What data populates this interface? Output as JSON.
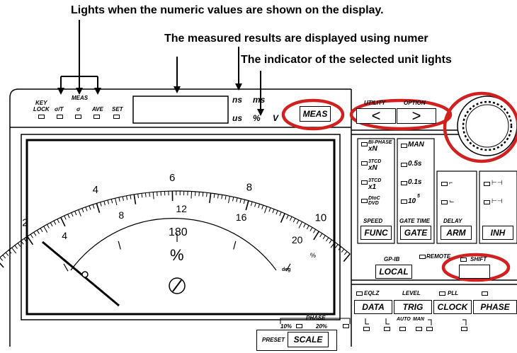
{
  "callouts": {
    "lights": "Lights when the numeric values are shown on the display.",
    "measured": "The measured results are displayed using numer",
    "indicator": "The indicator of the selected unit lights"
  },
  "top_panel": {
    "key": "KEY",
    "lock": "LOCK",
    "meas_label": "MEAS",
    "sigma_t": "σ/T",
    "sigma": "σ",
    "ave": "AVE",
    "set": "SET",
    "units": {
      "ns": "ns",
      "ms": "ms",
      "us": "us",
      "pct": "%",
      "v": "V"
    },
    "meas_button": "MEAS"
  },
  "meter": {
    "upper_ticks": [
      "2",
      "4",
      "6",
      "8",
      "10"
    ],
    "lower_ticks": [
      "4",
      "8",
      "12",
      "16",
      "20"
    ],
    "center_value": "180",
    "unit_pct": "%",
    "deg": "deg",
    "small_pct": "%"
  },
  "right_panel": {
    "utility": "UTILITY",
    "option": "OPTION",
    "left_arrow": "<",
    "right_arrow": ">",
    "col1": [
      "BI-PHASE",
      "xN",
      "3TCD",
      "xN",
      "3TCD",
      "x1",
      "DtoC",
      "DVD"
    ],
    "col2": [
      "MAN",
      "0.5s",
      "0.1s",
      "10",
      "5"
    ],
    "speed": "SPEED",
    "func": "FUNC",
    "gate_time": "GATE TIME",
    "gate": "GATE",
    "delay": "DELAY",
    "arm": "ARM",
    "inh": "INH",
    "gpib": "GP-IB",
    "remote": "REMOTE",
    "local": "LOCAL",
    "shift": "SHIFT",
    "eqlz": "EQLZ",
    "level": "LEVEL",
    "pll": "PLL",
    "data": "DATA",
    "trig": "TRIG",
    "clock": "CLOCK",
    "phase": "PHASE",
    "auto": "AUTO",
    "man": "MAN"
  },
  "bottom": {
    "phase": "PHASE",
    "pct10": "10%",
    "pct20": "20%",
    "preset": "PRESET",
    "scale": "SCALE"
  }
}
